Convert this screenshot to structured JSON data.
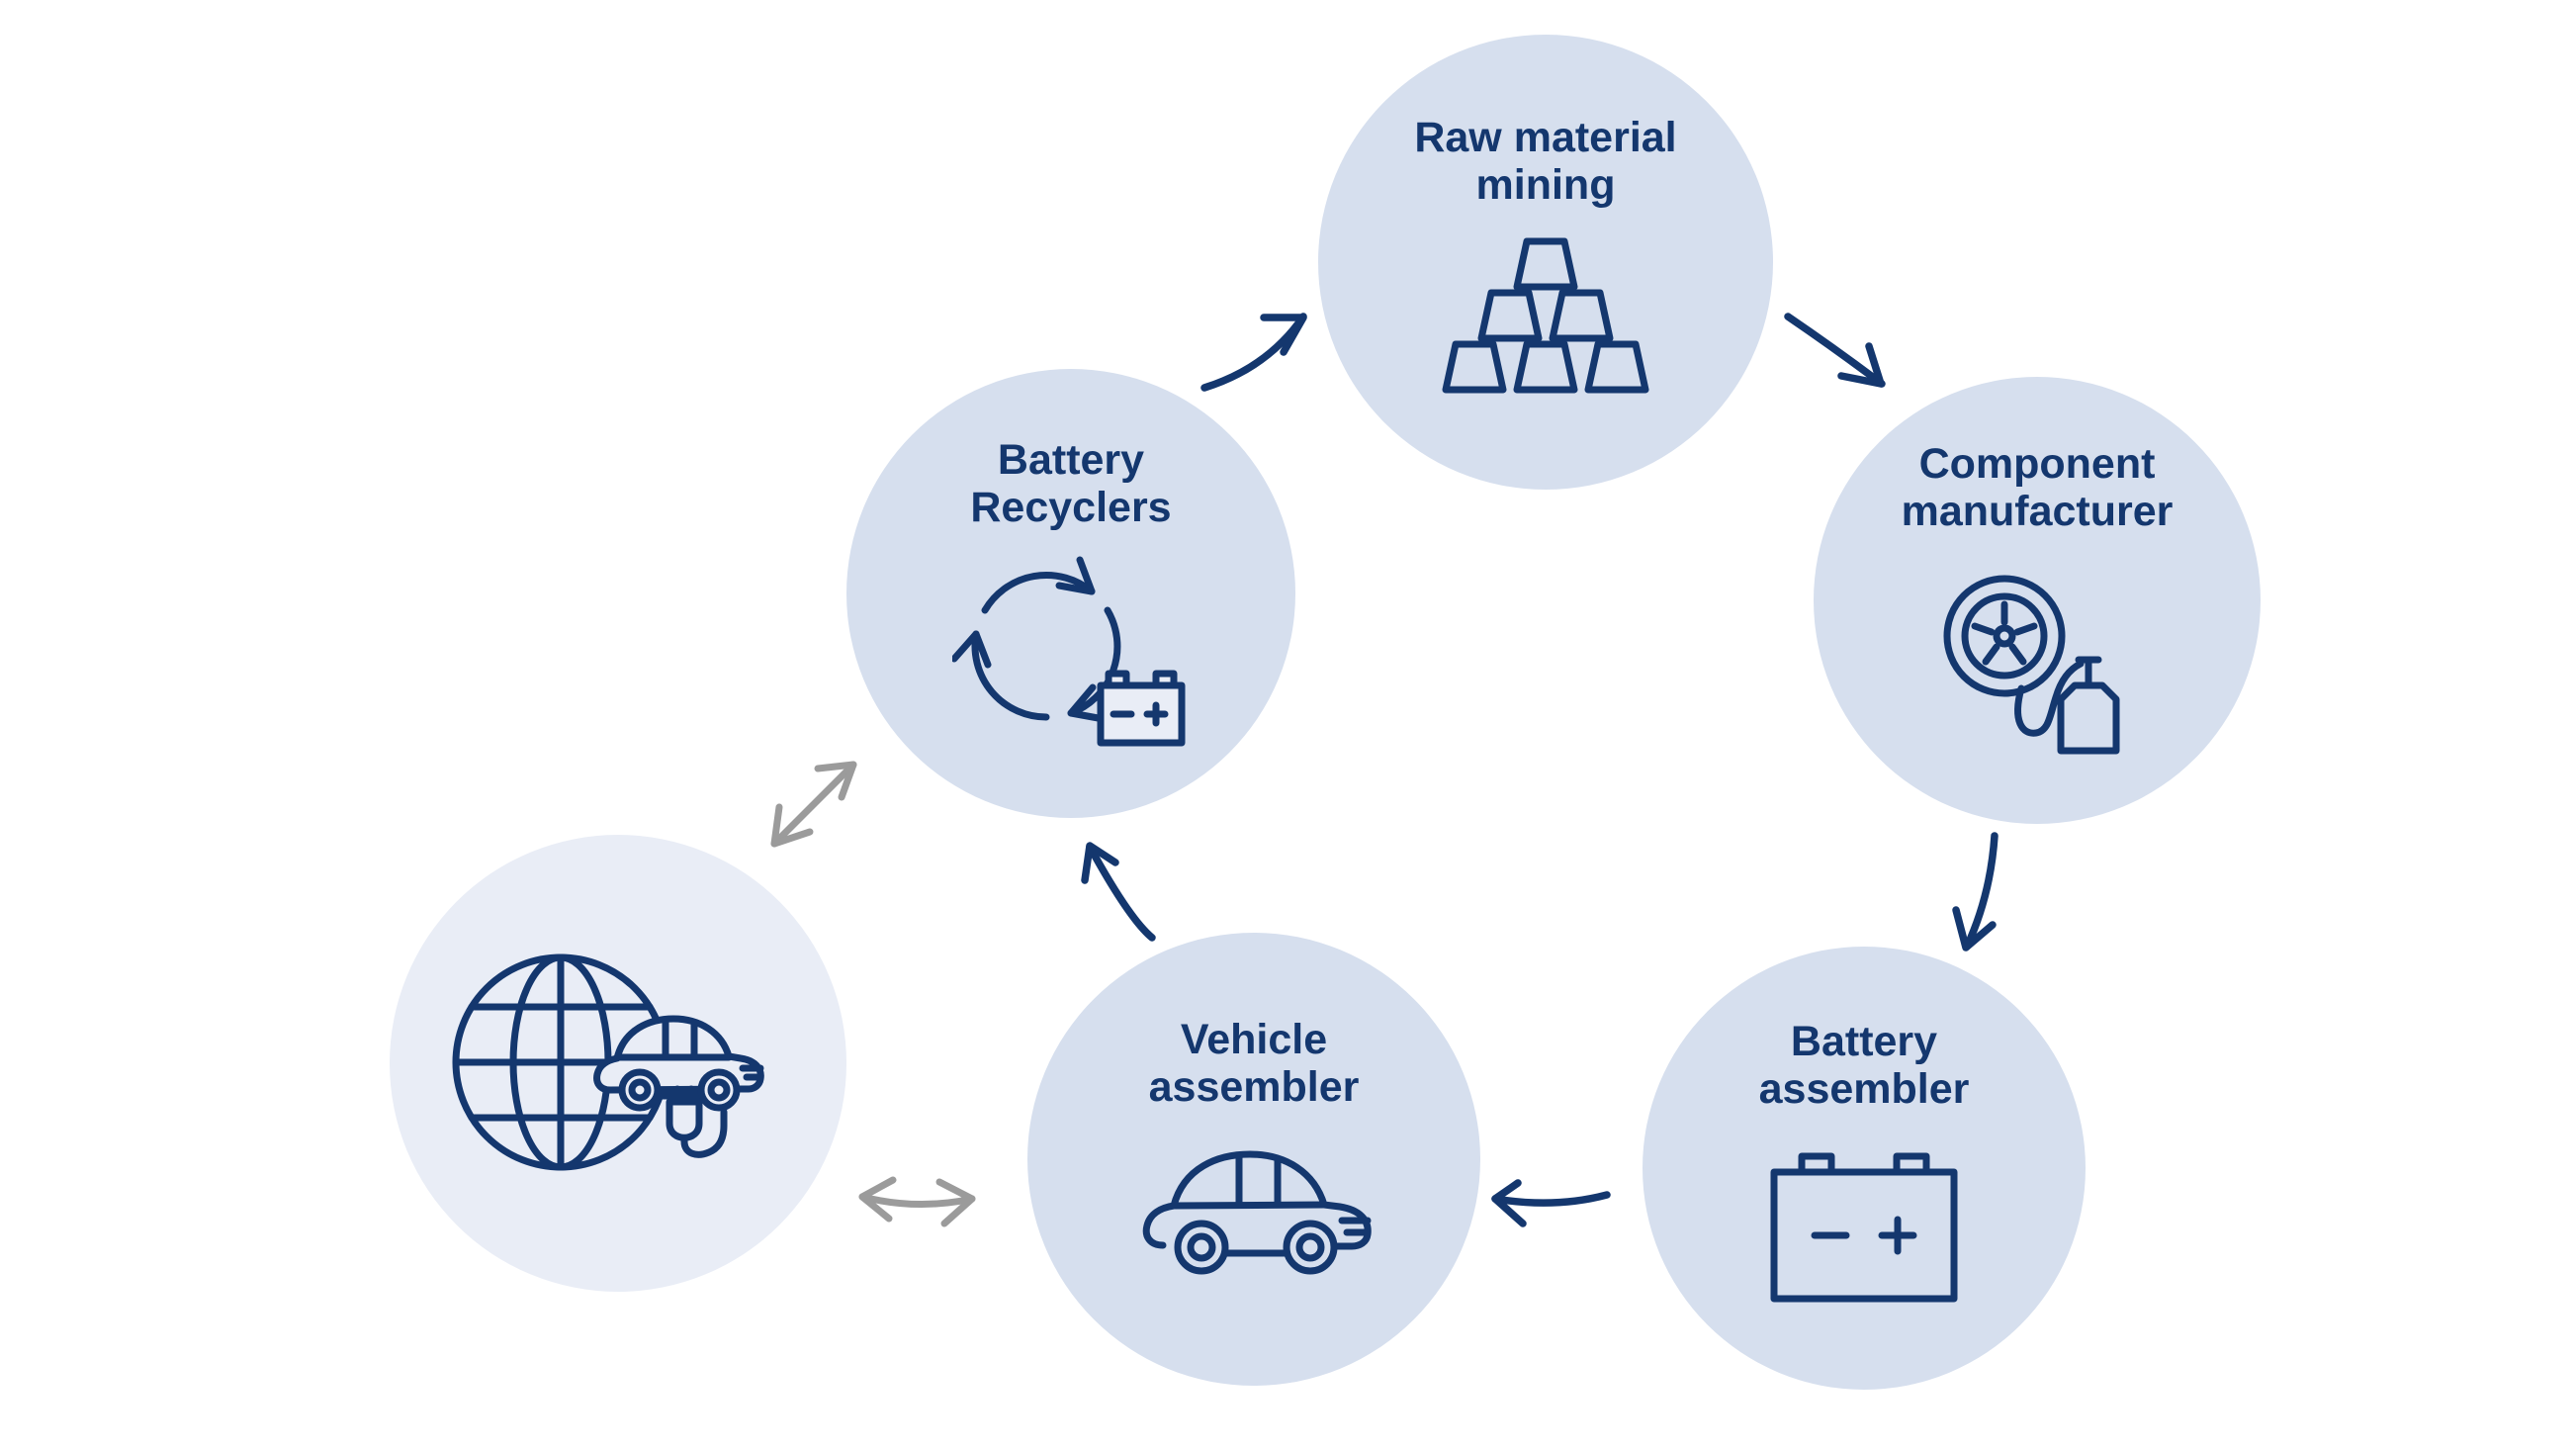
{
  "colors": {
    "background": "#ffffff",
    "node-fill": "#d6dfee",
    "node-fill-light": "#e9edf6",
    "ink": "#14376e",
    "gray-arrow": "#9b9b9b"
  },
  "nodes": [
    {
      "id": "raw-material-mining",
      "line1": "Raw material",
      "line2": "mining",
      "icon": "ingots-icon"
    },
    {
      "id": "component-manufacturer",
      "line1": "Component",
      "line2": "manufacturer",
      "icon": "wheel-and-canister-icon"
    },
    {
      "id": "battery-assembler",
      "line1": "Battery",
      "line2": "assembler",
      "icon": "battery-icon"
    },
    {
      "id": "vehicle-assembler",
      "line1": "Vehicle",
      "line2": "assembler",
      "icon": "car-icon"
    },
    {
      "id": "battery-recyclers",
      "line1": "Battery",
      "line2": "Recyclers",
      "icon": "battery-recycling-icon"
    },
    {
      "id": "global-ev-use",
      "line1": "",
      "line2": "",
      "icon": "globe-ev-icon"
    }
  ],
  "battery_icon_glyphs": {
    "minus": "−",
    "plus": "+"
  }
}
